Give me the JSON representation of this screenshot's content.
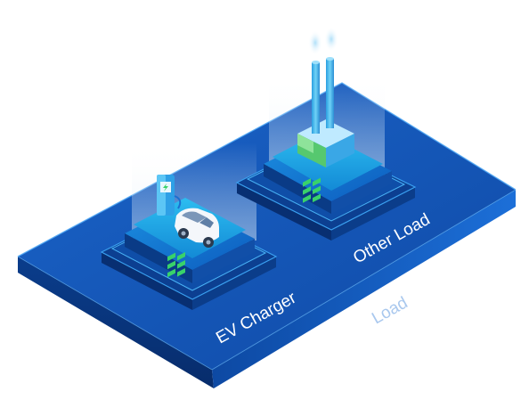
{
  "platform": {
    "label": "Load"
  },
  "modules": [
    {
      "label": "EV Charger"
    },
    {
      "label": "Other Load"
    }
  ],
  "colors": {
    "platform_top": "#1f5fb8",
    "platform_side": "#0e3e8c",
    "accent_green": "#39d26a",
    "label_faint": "#a9c8ee"
  }
}
